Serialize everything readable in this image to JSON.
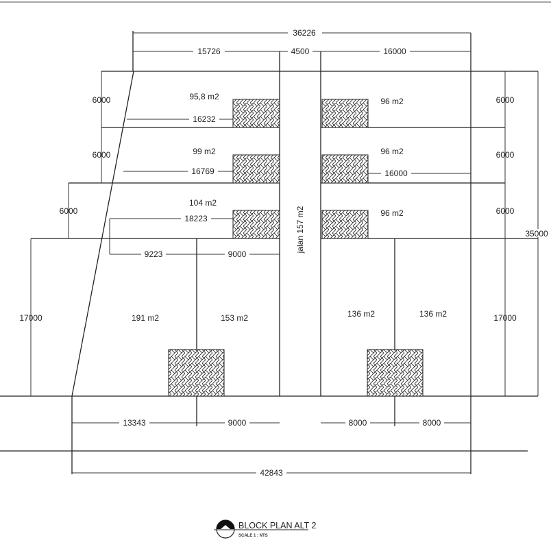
{
  "dimensions": {
    "overall_top": "36226",
    "top_left": "15726",
    "road_width": "4500",
    "top_right": "16000",
    "left_6000_a": "6000",
    "left_6000_b": "6000",
    "left_6000_c": "6000",
    "left_17000": "17000",
    "right_6000_a": "6000",
    "right_6000_b": "6000",
    "right_6000_c": "6000",
    "right_17000": "17000",
    "overall_height": "35000",
    "row1_width": "16232",
    "row2_width": "16769",
    "row2_right_width": "16000",
    "row3_width": "18223",
    "lower_left_a": "9223",
    "lower_left_b": "9000",
    "bottom_left_a": "13343",
    "bottom_left_b": "9000",
    "bottom_right_a": "8000",
    "bottom_right_b": "8000",
    "overall_bottom": "42843"
  },
  "lots": {
    "left_1": "95,8 m2",
    "right_1": "96 m2",
    "left_2": "99 m2",
    "right_2": "96 m2",
    "left_3": "104 m2",
    "right_3": "96 m2",
    "lower_left_a": "191 m2",
    "lower_left_b": "153 m2",
    "lower_right_a": "136 m2",
    "lower_right_b": "136 m2",
    "road": "jalan 157 m2"
  },
  "title": {
    "name": "BLOCK PLAN ALT 2",
    "scale": "SCALE 1 : NTS"
  }
}
